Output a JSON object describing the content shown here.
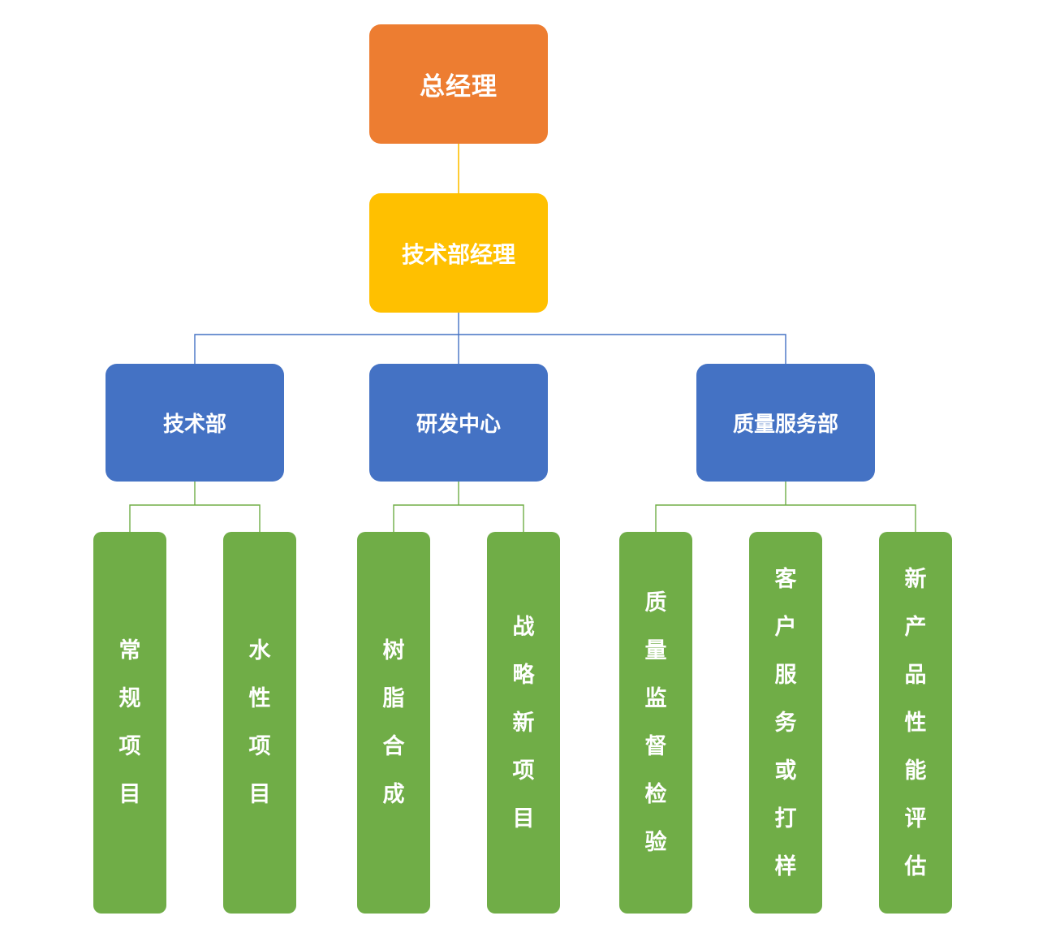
{
  "org_chart": {
    "root": {
      "label": "总经理"
    },
    "manager": {
      "label": "技术部经理"
    },
    "departments": [
      {
        "label": "技术部",
        "children": [
          {
            "label": "常规项目"
          },
          {
            "label": "水性项目"
          }
        ]
      },
      {
        "label": "研发中心",
        "children": [
          {
            "label": "树脂合成"
          },
          {
            "label": "战略新项目"
          }
        ]
      },
      {
        "label": "质量服务部",
        "children": [
          {
            "label": "质量监督检验"
          },
          {
            "label": "客户服务或打样"
          },
          {
            "label": "新产品性能评估"
          }
        ]
      }
    ],
    "colors": {
      "root_fill": "#ED7D31",
      "manager_fill": "#FFC000",
      "department_fill": "#4472C4",
      "leaf_fill": "#70AD47",
      "text": "#FFFFFF",
      "connector_root": "#FFC000",
      "connector_department": "#4472C4",
      "connector_leaf": "#70AD47"
    }
  }
}
